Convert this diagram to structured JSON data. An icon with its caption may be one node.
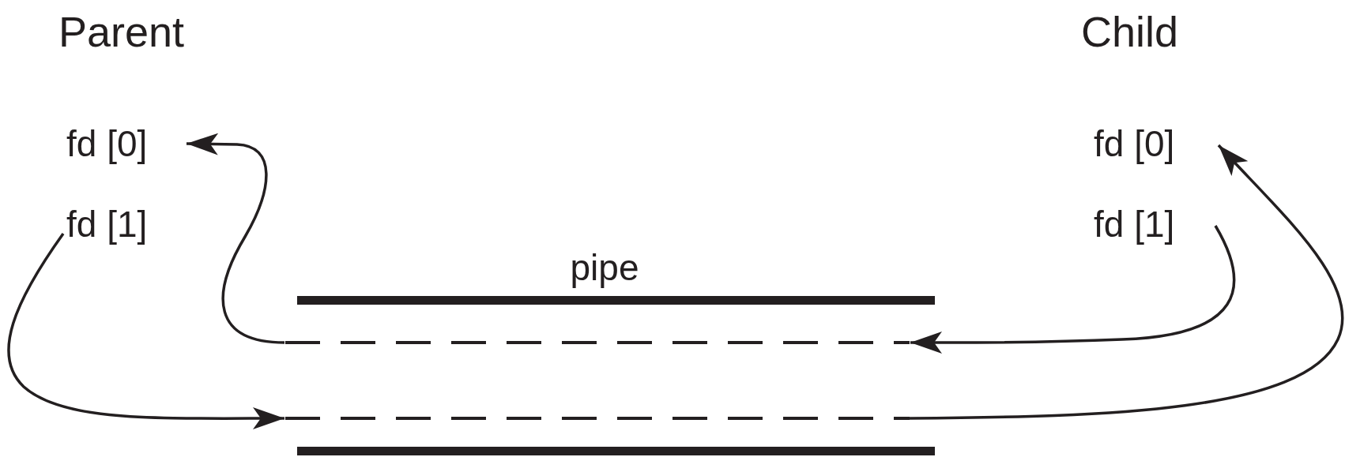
{
  "diagram": {
    "nodes": [
      {
        "text": [
          "fd [0]"
        ]
      },
      {
        "text": [
          "fd [1]"
        ]
      },
      {
        "text": [
          "fd [0]"
        ]
      },
      {
        "text": [
          "fd [1]"
        ]
      },
      {
        "text": [
          "pipe"
        ]
      },
      {
        "text": [],
        "shape": "bar",
        "in": 4
      },
      {
        "text": [],
        "shape": "bar",
        "in": 4
      }
    ],
    "edges": [
      {
        "from": 1,
        "to": 6,
        "arrow": "to"
      },
      {
        "from": 6,
        "to": 2,
        "arrow": "to"
      },
      {
        "from": 3,
        "to": 5,
        "arrow": "to"
      },
      {
        "from": 5,
        "to": 0,
        "arrow": "to"
      }
    ],
    "labels": [
      "Parent",
      "Child"
    ]
  }
}
